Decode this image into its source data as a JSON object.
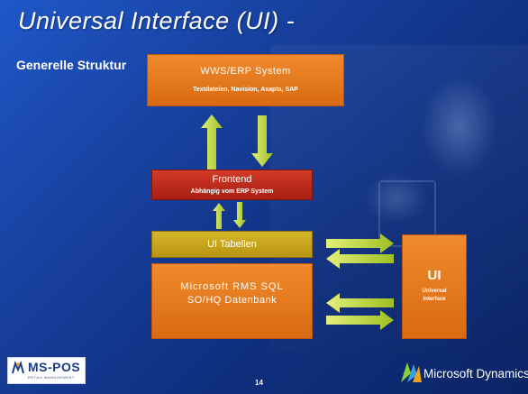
{
  "slide": {
    "title": "Universal Interface (UI) -",
    "subtitle": "Generelle Struktur",
    "page_number": "14"
  },
  "diagram": {
    "wws": {
      "title": "WWS/ERP System",
      "subtitle": "Textdateien, Navision, Axapta, SAP"
    },
    "frontend": {
      "title": "Frontend",
      "subtitle": "Abhängig vom ERP System"
    },
    "ui_tabellen": {
      "title": "UI Tabellen"
    },
    "rms": {
      "line1": "Microsoft RMS SQL",
      "line2": "SO/HQ Datenbank"
    },
    "ui_box": {
      "title": "UI",
      "subtitle_line1": "Universal",
      "subtitle_line2": "Interface"
    }
  },
  "logos": {
    "left": {
      "name": "MS-POS",
      "tagline": "RETAIL MANAGEMENT"
    },
    "right": {
      "name": "Microsoft Dynamics"
    }
  },
  "colors": {
    "background": "#1a4ab8",
    "orange_box": "#e57a1f",
    "red_box": "#c0301e",
    "yellow_box": "#c9a51d",
    "arrow": "#b9d43a"
  }
}
